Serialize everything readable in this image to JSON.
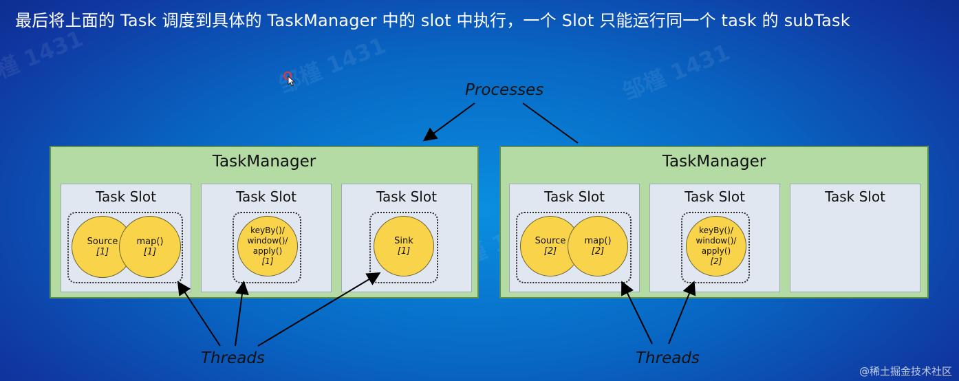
{
  "title": "最后将上面的 Task 调度到具体的 TaskManager 中的 slot 中执行，一个 Slot 只能运行同一个 task 的 subTask",
  "watermark": "邹槿 1431",
  "credit": "@稀土掘金技术社区",
  "labels": {
    "processes": "Processes",
    "threads": "Threads"
  },
  "task_managers": [
    {
      "title": "TaskManager",
      "slots": [
        {
          "title": "Task Slot",
          "tasks": [
            {
              "name": "Source",
              "index": "[1]"
            },
            {
              "name": "map()",
              "index": "[1]"
            }
          ]
        },
        {
          "title": "Task Slot",
          "tasks": [
            {
              "name": "keyBy()/ window()/ apply()",
              "index": "[1]"
            }
          ]
        },
        {
          "title": "Task Slot",
          "tasks": [
            {
              "name": "Sink",
              "index": "[1]"
            }
          ]
        }
      ]
    },
    {
      "title": "TaskManager",
      "slots": [
        {
          "title": "Task Slot",
          "tasks": [
            {
              "name": "Source",
              "index": "[2]"
            },
            {
              "name": "map()",
              "index": "[2]"
            }
          ]
        },
        {
          "title": "Task Slot",
          "tasks": [
            {
              "name": "keyBy()/ window()/ apply()",
              "index": "[2]"
            }
          ]
        },
        {
          "title": "Task Slot",
          "tasks": []
        }
      ]
    }
  ],
  "colors": {
    "taskmanager_fill": "#b3dba3",
    "slot_fill": "#e0e7f0",
    "task_fill": "#f9d34a",
    "background": "#0868c4"
  }
}
